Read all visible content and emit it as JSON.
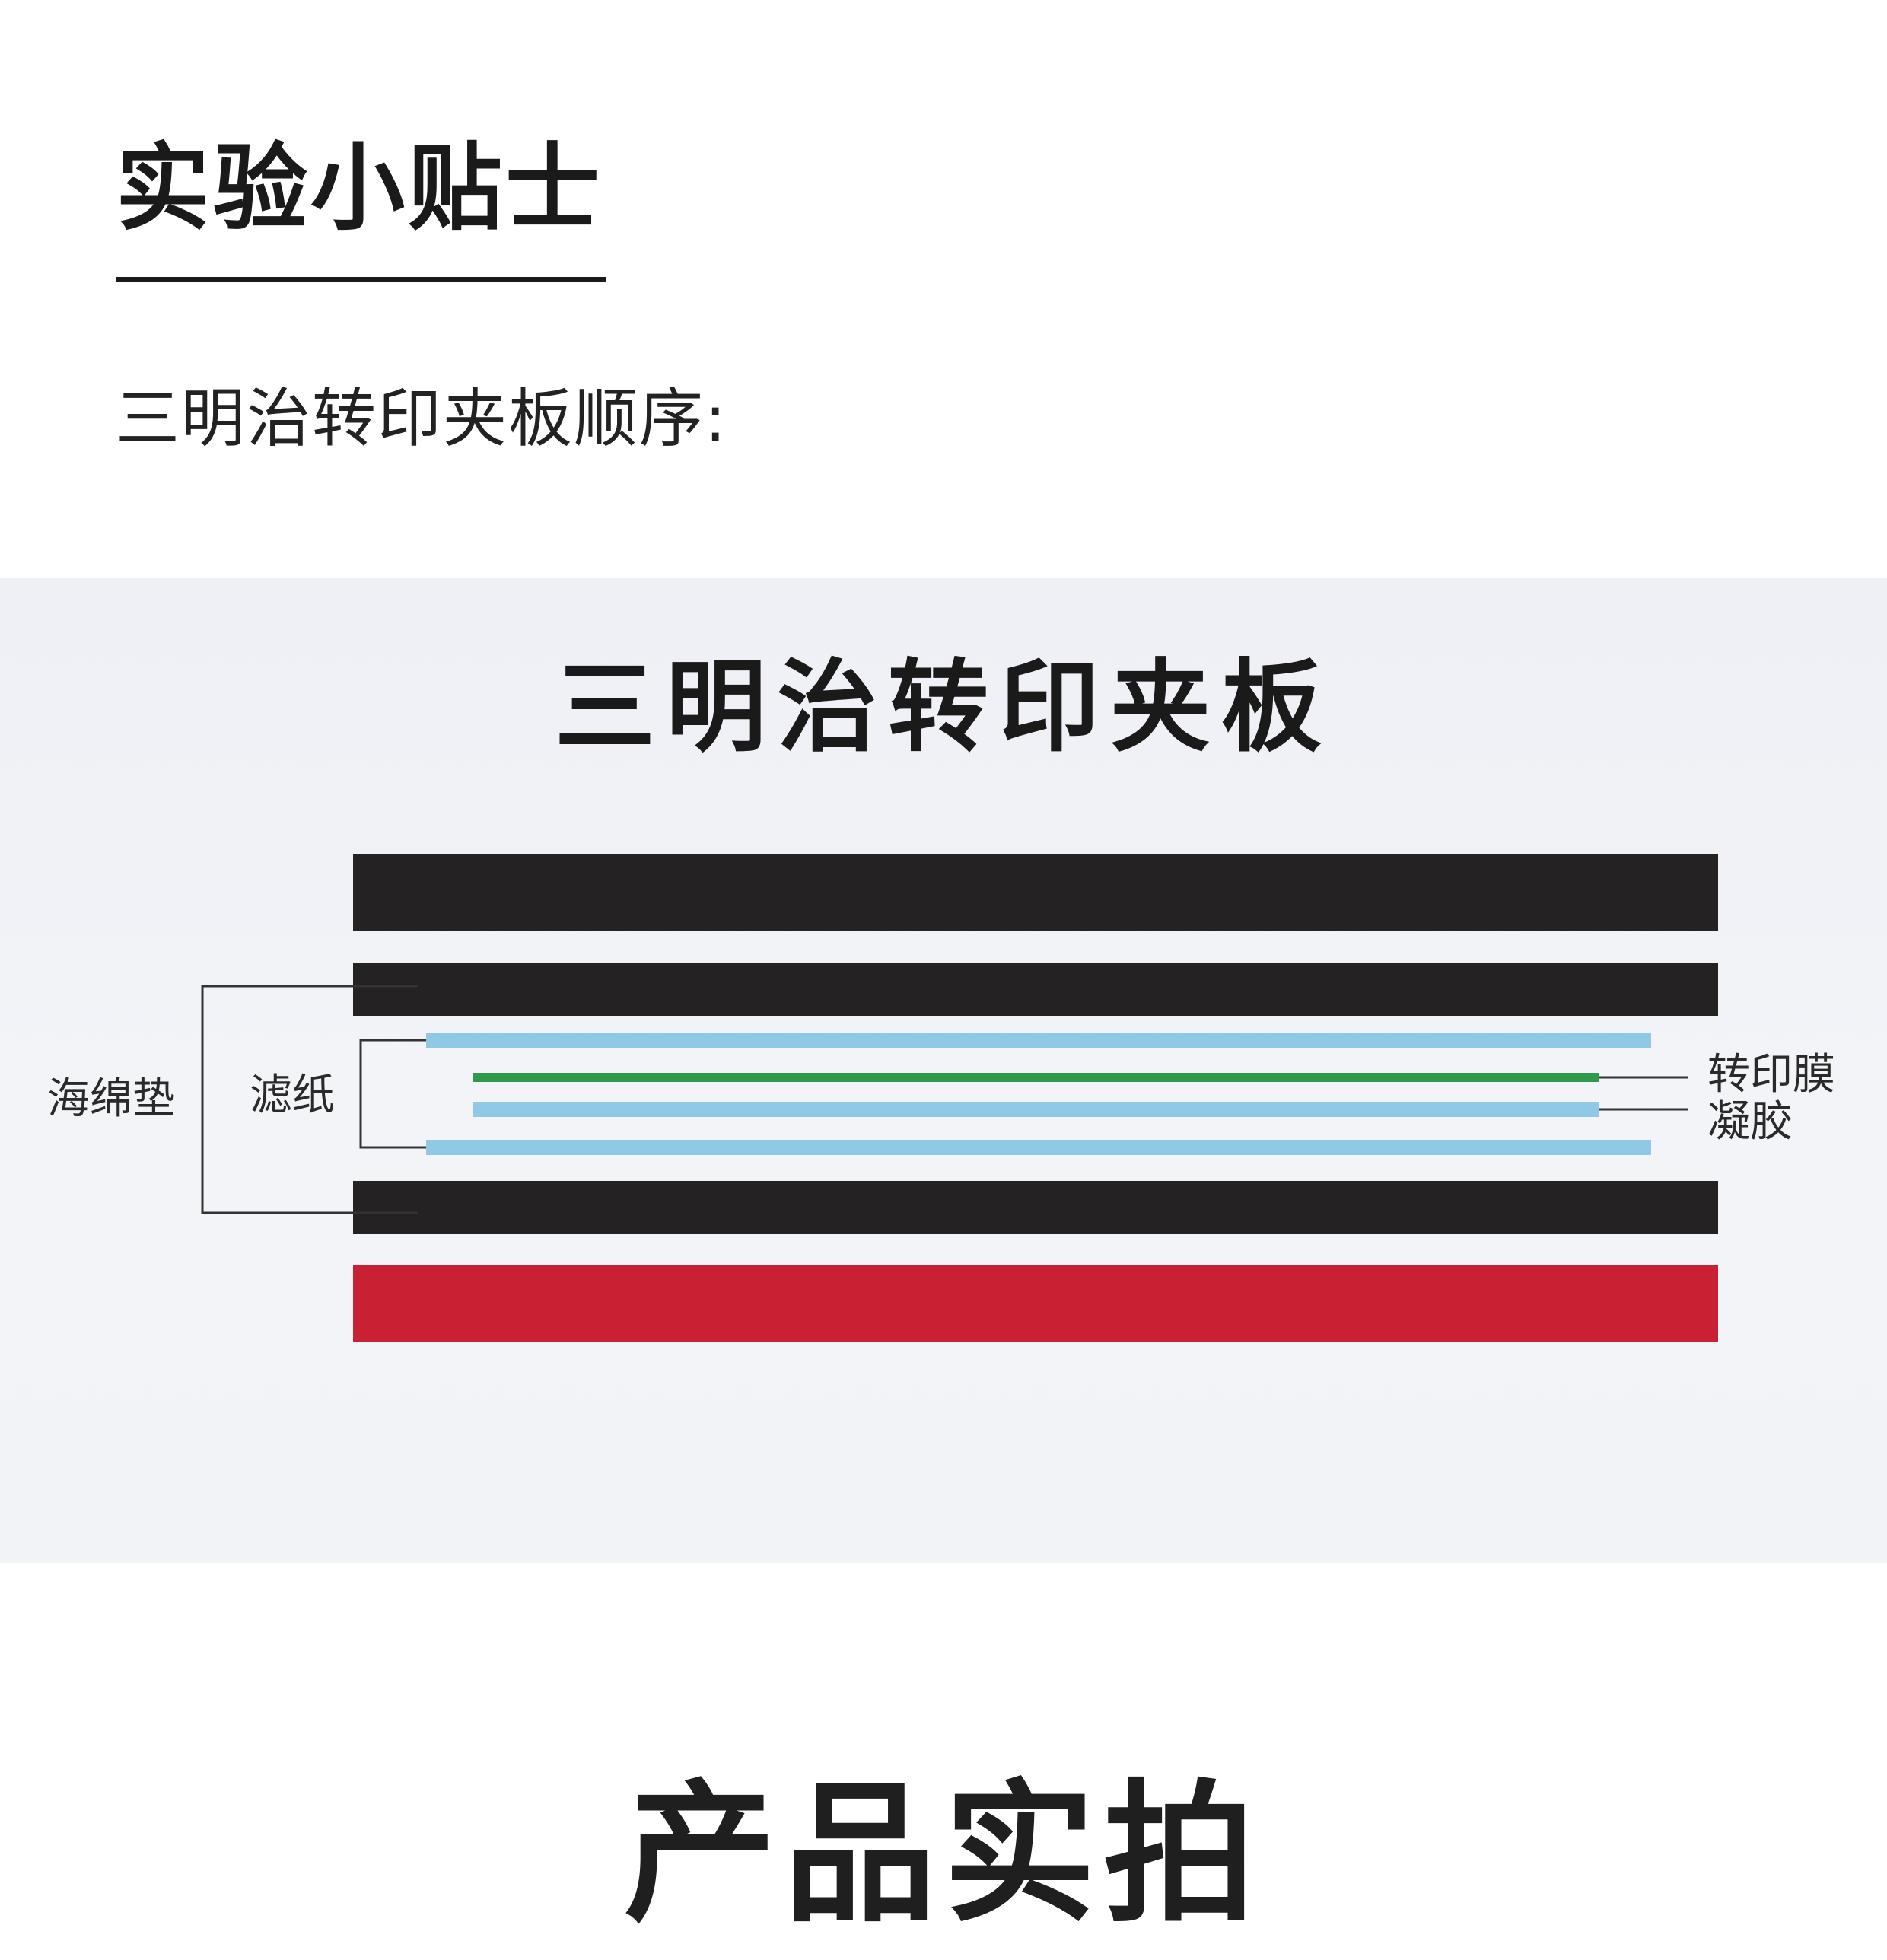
{
  "header": {
    "title": "实验小贴士",
    "intro": "三明治转印夹板顺序:"
  },
  "diagram": {
    "title": "三明治转印夹板",
    "labels": {
      "sponge": "海绵垫",
      "filter": "滤纸",
      "membrane": "转印膜",
      "gel": "凝胶"
    },
    "layer_order_top_to_bottom": [
      "black plate",
      "sponge pad",
      "filter paper",
      "transfer membrane",
      "gel",
      "filter paper",
      "sponge pad",
      "red plate"
    ],
    "colors": {
      "black_plate": "#252223",
      "sponge": "#252223",
      "filter": "#90c9e6",
      "membrane": "#2e9b4b",
      "gel": "#90c9e6",
      "red_plate": "#c92133",
      "panel_bg": "#eef0f5",
      "connector": "#333333"
    }
  },
  "section": {
    "title": "产品实拍"
  }
}
